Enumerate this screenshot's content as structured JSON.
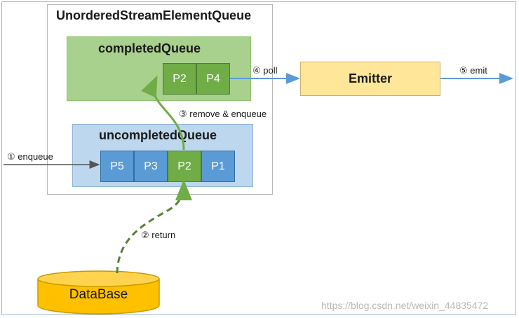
{
  "outer": {
    "title": "UnorderedStreamElementQueue"
  },
  "completed_queue": {
    "title": "completedQueue",
    "cells": [
      "P2",
      "P4"
    ]
  },
  "uncompleted_queue": {
    "title": "uncompletedQueue",
    "cells": [
      "P5",
      "P3",
      "P2",
      "P1"
    ]
  },
  "emitter": {
    "label": "Emitter"
  },
  "database": {
    "label": "DataBase"
  },
  "steps": {
    "enqueue": "① enqueue",
    "return": "② return",
    "remove_enqueue": "③ remove & enqueue",
    "poll": "④ poll",
    "emit": "⑤ emit"
  },
  "watermark": "https://blog.csdn.net/weixin_44835472",
  "colors": {
    "green": "#70ad47",
    "blue": "#5b9bd5",
    "emitter": "#ffe699",
    "database": "#ffc000",
    "arrow_blue": "#5b9bd5",
    "arrow_green": "#70ad47"
  }
}
